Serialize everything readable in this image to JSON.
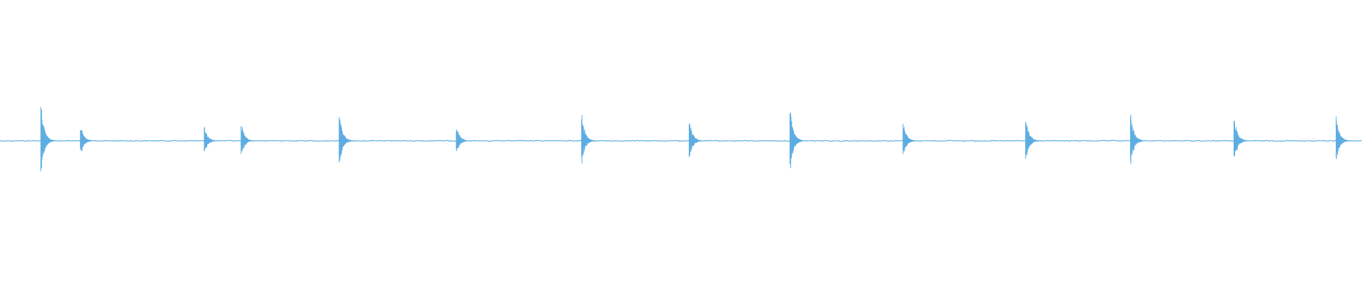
{
  "chart_data": {
    "type": "line",
    "title": "",
    "xlabel": "",
    "ylabel": "",
    "grid": false,
    "legend": "none",
    "ylim": [
      -1,
      1
    ],
    "baseline": 0,
    "color": "#5dade2",
    "transients": [
      {
        "x": 0.03,
        "amplitude": 0.38
      },
      {
        "x": 0.059,
        "amplitude": 0.17
      },
      {
        "x": 0.15,
        "amplitude": 0.15
      },
      {
        "x": 0.177,
        "amplitude": 0.18
      },
      {
        "x": 0.249,
        "amplitude": 0.29
      },
      {
        "x": 0.335,
        "amplitude": 0.17
      },
      {
        "x": 0.427,
        "amplitude": 0.27
      },
      {
        "x": 0.506,
        "amplitude": 0.22
      },
      {
        "x": 0.58,
        "amplitude": 0.34
      },
      {
        "x": 0.663,
        "amplitude": 0.19
      },
      {
        "x": 0.753,
        "amplitude": 0.24
      },
      {
        "x": 0.83,
        "amplitude": 0.28
      },
      {
        "x": 0.906,
        "amplitude": 0.27
      },
      {
        "x": 0.981,
        "amplitude": 0.23
      }
    ]
  }
}
